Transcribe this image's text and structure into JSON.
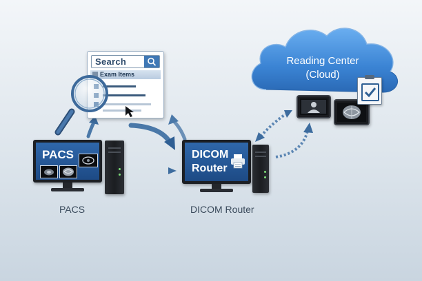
{
  "search_window": {
    "search_label": "Search",
    "list_header": "Exam Items",
    "icons": [
      "search-icon",
      "list-icon",
      "cursor-icon"
    ]
  },
  "pacs": {
    "screen_label": "PACS",
    "caption": "PACS"
  },
  "router": {
    "screen_label_line1": "DICOM",
    "screen_label_line2": "Router",
    "caption": "DICOM Router",
    "icons": [
      "printer-icon"
    ]
  },
  "cloud": {
    "label_line1": "Reading Center",
    "label_line2": "(Cloud)",
    "icons": [
      "checklist-icon"
    ]
  },
  "colors": {
    "screen_blue": "#2a5f9f",
    "cloud_blue": "#3d86d6",
    "arrow_blue": "#4a78a8",
    "background": "#e4ebf1"
  }
}
